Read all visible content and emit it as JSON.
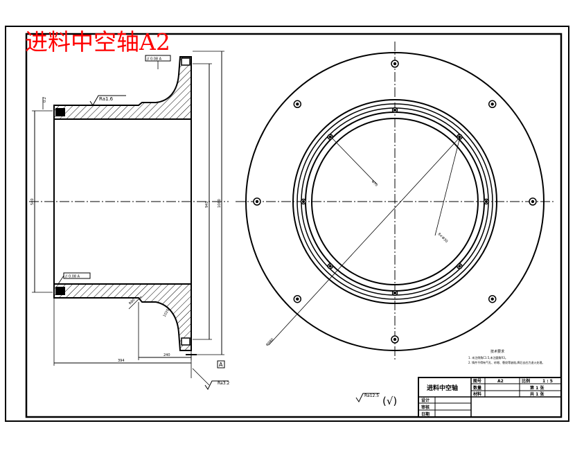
{
  "drawing": {
    "overlay_title": "进料中空轴A2",
    "roughness_main": "Ra1.6",
    "roughness_side": "Ra3.2",
    "roughness_general": "Ra12.5",
    "roughness_general_paren": "(√)",
    "datum_label": "A",
    "tolerance_frames": [
      "// 0.08 A",
      "// 0.08 A"
    ],
    "dims": {
      "chamfer": "0.2",
      "bore": "540",
      "flange_dia": "941",
      "overall_dia": "1060",
      "length_main": "394",
      "length_hub": "240",
      "radius": "R80",
      "small_dia": "1020",
      "pcd": "Φ980",
      "hole_pcd": "8×Φ30",
      "hole_dia": "Φ70"
    },
    "tech_requirements": {
      "heading": "技术要求",
      "lines": [
        "1. 未注倒角C1.5,未注圆角R3。",
        "2. 铸件不得有气孔、砂眼、裂纹等缺陷,焊后去应力退火处理。"
      ]
    }
  },
  "title_block": {
    "part_name": "进料中空轴",
    "drawing_no_label": "图号",
    "drawing_no": "A2",
    "scale_label": "比例",
    "scale": "1 : 5",
    "qty_label": "数量",
    "material_label": "材料",
    "sheet_label": "第 1 张",
    "total_label": "共 1 张",
    "designer_label": "设计",
    "checker_label": "审核",
    "date_label": "日期"
  }
}
